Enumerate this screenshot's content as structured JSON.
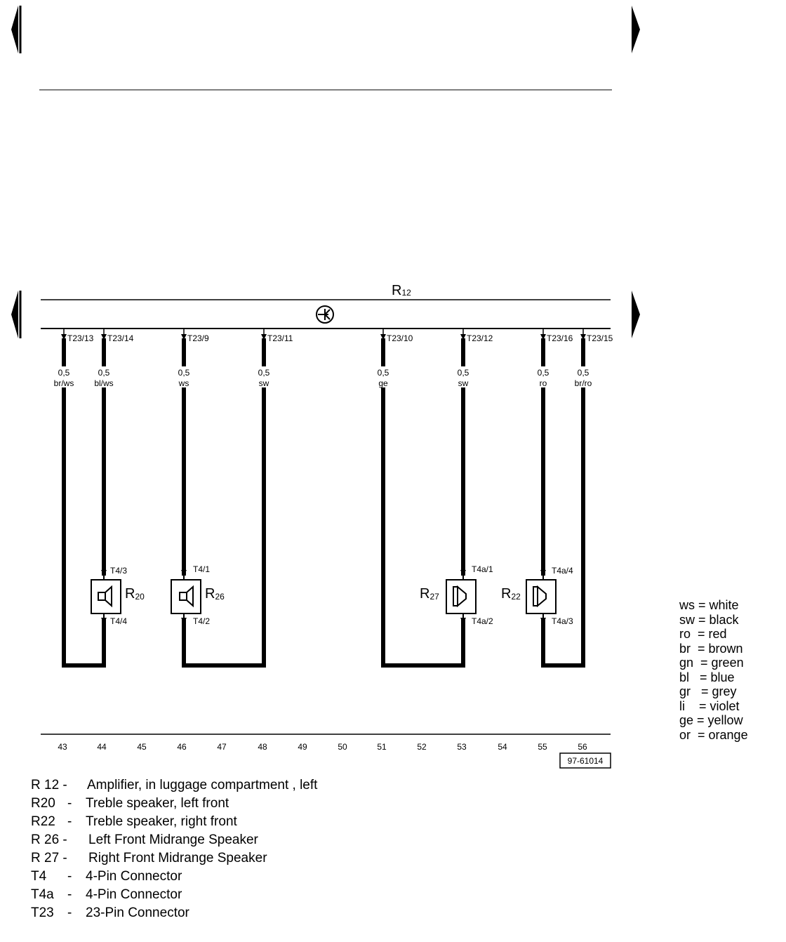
{
  "amplifier": {
    "code": "R",
    "sub": "12"
  },
  "connectors": [
    {
      "label": "T23/13",
      "gauge": "0,5",
      "color": "br/ws"
    },
    {
      "label": "T23/14",
      "gauge": "0,5",
      "color": "bl/ws"
    },
    {
      "label": "T23/9",
      "gauge": "0,5",
      "color": "ws"
    },
    {
      "label": "T23/11",
      "gauge": "0,5",
      "color": "sw"
    },
    {
      "label": "T23/10",
      "gauge": "0,5",
      "color": "ge"
    },
    {
      "label": "T23/12",
      "gauge": "0,5",
      "color": "sw"
    },
    {
      "label": "T23/16",
      "gauge": "0,5",
      "color": "ro"
    },
    {
      "label": "T23/15",
      "gauge": "0,5",
      "color": "br/ro"
    }
  ],
  "speakers": [
    {
      "code": "R",
      "sub": "20",
      "pin_top": "T4/3",
      "pin_bottom": "T4/4"
    },
    {
      "code": "R",
      "sub": "26",
      "pin_top": "T4/1",
      "pin_bottom": "T4/2"
    },
    {
      "code": "R",
      "sub": "27",
      "pin_top": "T4a/1",
      "pin_bottom": "T4a/2"
    },
    {
      "code": "R",
      "sub": "22",
      "pin_top": "T4a/4",
      "pin_bottom": "T4a/3"
    }
  ],
  "track_numbers": [
    "43",
    "44",
    "45",
    "46",
    "47",
    "48",
    "49",
    "50",
    "51",
    "52",
    "53",
    "54",
    "55",
    "56"
  ],
  "figure_id": "97-61014",
  "color_legend": [
    {
      "abbr": "ws",
      "name": "white"
    },
    {
      "abbr": "sw",
      "name": "black"
    },
    {
      "abbr": "ro",
      "name": "red"
    },
    {
      "abbr": "br",
      "name": "brown"
    },
    {
      "abbr": "gn",
      "name": "green"
    },
    {
      "abbr": "bl",
      "name": "blue"
    },
    {
      "abbr": "gr",
      "name": "grey"
    },
    {
      "abbr": "li",
      "name": "violet"
    },
    {
      "abbr": "ge",
      "name": "yellow"
    },
    {
      "abbr": "or",
      "name": "orange"
    }
  ],
  "component_key": [
    {
      "code": "R 12 -",
      "dash": "",
      "desc": "Amplifier, in luggage compartment , left"
    },
    {
      "code": "R20",
      "dash": "-",
      "desc": "Treble speaker, left front"
    },
    {
      "code": "R22",
      "dash": "-",
      "desc": "Treble speaker, right front"
    },
    {
      "code": "R 26 -",
      "dash": "",
      "desc": "Left Front Midrange Speaker"
    },
    {
      "code": "R 27 -",
      "dash": "",
      "desc": "Right Front Midrange Speaker"
    },
    {
      "code": "T4",
      "dash": "-",
      "desc": "4-Pin Connector"
    },
    {
      "code": "T4a",
      "dash": "-",
      "desc": "4-Pin Connector"
    },
    {
      "code": "T23",
      "dash": "-",
      "desc": "23-Pin Connector"
    }
  ]
}
